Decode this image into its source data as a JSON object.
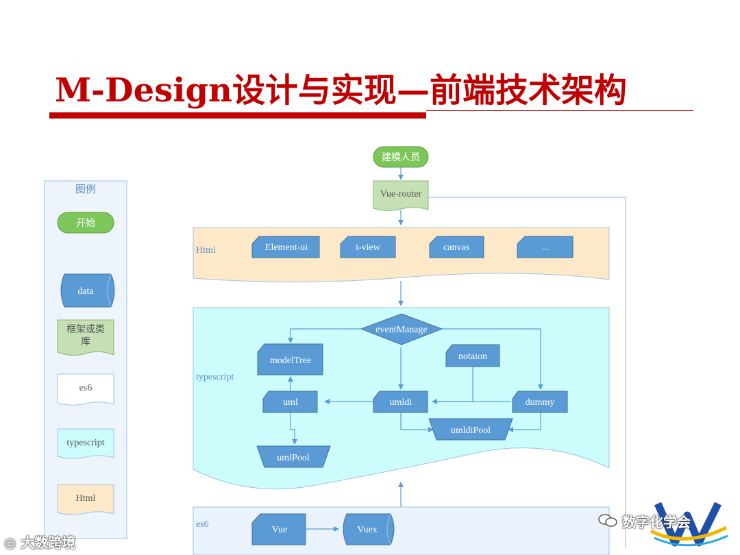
{
  "title": "M-Design设计与实现—前端技术架构",
  "legend": {
    "heading": "图例",
    "start": "开始",
    "data": "data",
    "framework": "框架或类库",
    "es6": "es6",
    "typescript": "typescript",
    "html": "Html"
  },
  "nodes": {
    "modeler": "建模人员",
    "router": "Vue-router",
    "element_ui": "Element-ui",
    "iview": "i-view",
    "canvas": "canvas",
    "ellipsis": "...",
    "event_manage": "eventManage",
    "model_tree": "modelTree",
    "notaion": "notaion",
    "uml": "uml",
    "umldi": "umldi",
    "dummy": "dummy",
    "umldi_pool": "umldiPool",
    "uml_pool": "umlPool",
    "vue": "Vue",
    "vuex": "Vuex"
  },
  "layers": {
    "html": "Html",
    "typescript": "typescript",
    "es6": "es6"
  },
  "watermark_left": "大数跨境",
  "watermark_right": "数字化学会",
  "colors": {
    "title_red": "#c00000",
    "start_green": "#7dc65a",
    "shape_blue": "#5b9bd5",
    "framework_green": "#c5e0b4",
    "html_layer": "#fde9c8",
    "ts_layer": "#ccfcfc",
    "es6_layer": "#eaf2fb",
    "line_blue": "#5b9bd5"
  }
}
